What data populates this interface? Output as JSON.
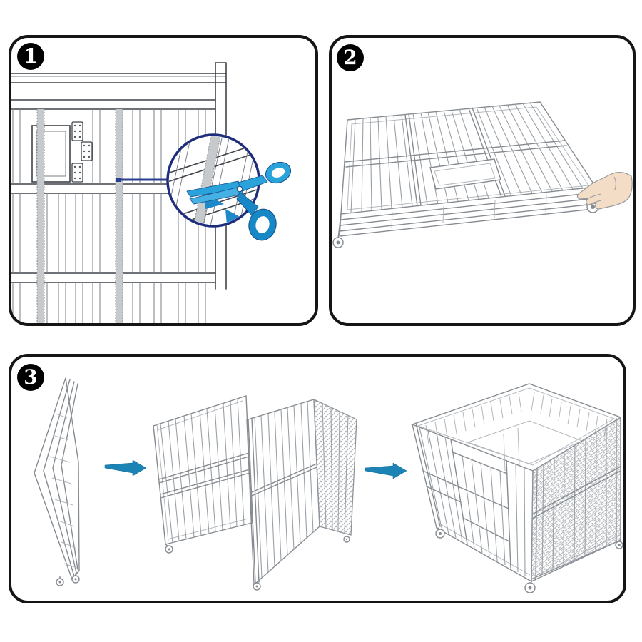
{
  "steps": [
    {
      "number": "1",
      "illustration": "crate-panel-with-packing-straps",
      "icons": [
        "magnifier-circle-icon",
        "scissors-icon",
        "cut-here-arrow-icon",
        "callout-line",
        "strap",
        "hinge-plates"
      ]
    },
    {
      "number": "2",
      "illustration": "crate-folded-flat",
      "icons": [
        "pointing-hand-icon",
        "caster-wheel-icon",
        "corner-handle-ring"
      ]
    },
    {
      "number": "3",
      "illustration": "unfolding-sequence",
      "stages": [
        "folded-flat-upright",
        "partially-unfolded",
        "fully-assembled"
      ],
      "icons": [
        "progress-arrow-icon",
        "progress-arrow-icon",
        "caster-wheel-icon"
      ]
    }
  ],
  "colors": {
    "background": "#ffffff",
    "panel_border": "#151515",
    "badge_background": "#000000",
    "badge_number": "#ffffff",
    "dark_line_art": "#3f444a",
    "sketch_line_art": "#868b91",
    "strap_gray": "#c6cacd",
    "strap_edge": "#8d9196",
    "magnifier_ring": "#1e2e7c",
    "callout_line": "#2a3f8f",
    "scissors_blue": "#2aa2da",
    "scissors_blue_dark": "#1787c5",
    "cut_arrow_blue": "#1e88c9",
    "progress_arrow_teal": "#1b84b4",
    "hand_skin": "#f3ddc6"
  }
}
